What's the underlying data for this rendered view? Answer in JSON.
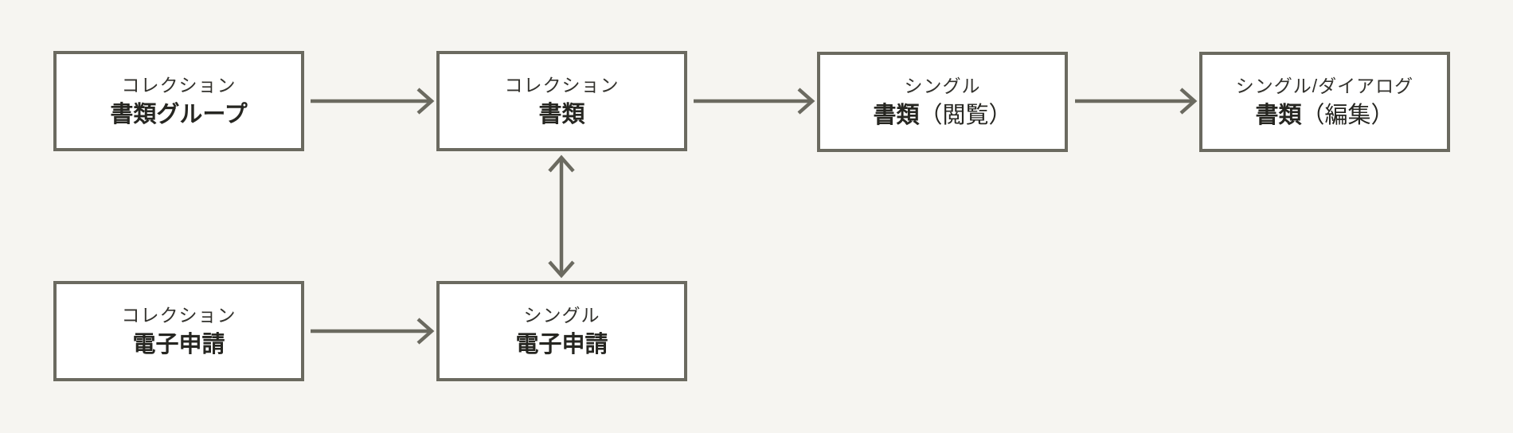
{
  "colors": {
    "page_background": "#f6f5f1",
    "node_background": "#ffffff",
    "node_border": "#6b6a60",
    "connector": "#6b6a60",
    "text_primary": "#262621",
    "text_secondary": "#33322d"
  },
  "diagram": {
    "nodes": [
      {
        "type_label": "コレクション",
        "name_bold": "書類グループ",
        "name_suffix": ""
      },
      {
        "type_label": "コレクション",
        "name_bold": "書類",
        "name_suffix": ""
      },
      {
        "type_label": "シングル",
        "name_bold": "書類",
        "name_suffix": "（閲覧）"
      },
      {
        "type_label": "シングル/ダイアログ",
        "name_bold": "書類",
        "name_suffix": "（編集）"
      },
      {
        "type_label": "コレクション",
        "name_bold": "電子申請",
        "name_suffix": ""
      },
      {
        "type_label": "シングル",
        "name_bold": "電子申請",
        "name_suffix": ""
      }
    ],
    "edges": [
      {
        "from": "書類グループ（コレクション）",
        "to": "書類（コレクション）",
        "style": "arrow"
      },
      {
        "from": "書類（コレクション）",
        "to": "書類（閲覧）（シングル）",
        "style": "arrow"
      },
      {
        "from": "書類（閲覧）（シングル）",
        "to": "書類（編集）（シングル/ダイアログ）",
        "style": "arrow"
      },
      {
        "from": "電子申請（コレクション）",
        "to": "電子申請（シングル）",
        "style": "arrow"
      },
      {
        "from": "書類（コレクション）",
        "to": "電子申請（シングル）",
        "style": "double-arrow"
      }
    ]
  }
}
